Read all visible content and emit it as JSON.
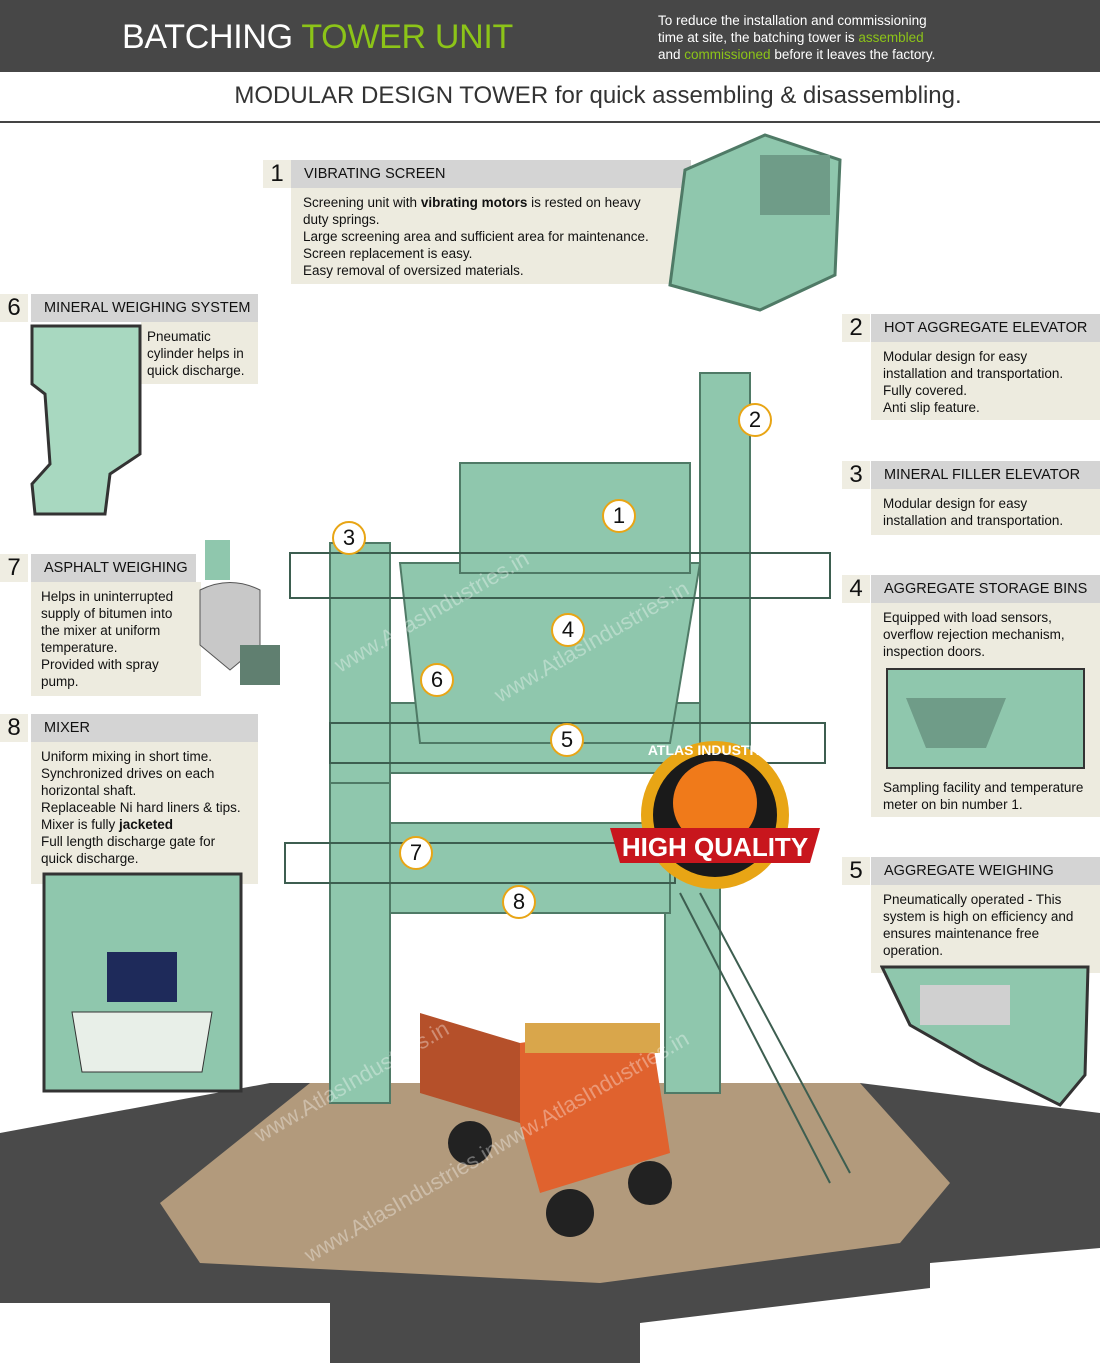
{
  "header": {
    "title_white": "BATCHING",
    "title_green": "TOWER UNIT",
    "intro": {
      "l1": "To reduce the installation and commissioning",
      "l2a": "time at site, the batching tower is ",
      "l2b": "assembled",
      "l3a": "and ",
      "l3b": "commissioned",
      "l3c": " before it leaves the factory."
    }
  },
  "subtitle": "MODULAR DESIGN TOWER for quick assembling & disassembling.",
  "colors": {
    "header_bg": "#474747",
    "accent_green": "#8cc418",
    "panel_header": "#d4d4d4",
    "panel_body": "#edebdf",
    "machine_green": "#8fc7ad",
    "callout_ring": "#e8a515"
  },
  "panels": [
    {
      "num": "1",
      "title": "VIBRATING SCREEN",
      "lines": [
        "Screening unit with ",
        "vibrating motors",
        " is rested on heavy duty springs.",
        "Large screening area and sufficient area for maintenance.",
        "Screen replacement is easy.",
        "Easy removal of oversized materials."
      ]
    },
    {
      "num": "2",
      "title": "HOT AGGREGATE ELEVATOR",
      "lines": [
        "Modular design for easy installation and transportation.",
        "Fully covered.",
        "Anti slip feature."
      ]
    },
    {
      "num": "3",
      "title": "MINERAL FILLER ELEVATOR",
      "lines": [
        "Modular design for easy installation and transportation."
      ]
    },
    {
      "num": "4",
      "title": "AGGREGATE STORAGE BINS",
      "lines": [
        "Equipped with load sensors, overflow rejection mechanism, inspection doors.",
        "Sampling facility and temperature meter on bin number 1."
      ]
    },
    {
      "num": "5",
      "title": "AGGREGATE WEIGHING",
      "lines": [
        "Pneumatically operated - This system is high on efficiency and ensures maintenance free operation."
      ]
    },
    {
      "num": "6",
      "title": "MINERAL WEIGHING SYSTEM",
      "lines": [
        "Pneumatic cylinder helps in quick discharge."
      ]
    },
    {
      "num": "7",
      "title": "ASPHALT WEIGHING",
      "lines": [
        "Helps in uninterrupted supply of bitumen into the mixer at uniform temperature.",
        "Provided with spray pump."
      ]
    },
    {
      "num": "8",
      "title": "MIXER",
      "lines": [
        "Uniform mixing in short time.",
        "Synchronized drives on each horizontal shaft.",
        "Replaceable Ni hard liners & tips.",
        "Mixer is fully ",
        "jacketed",
        "Full length discharge gate for quick discharge."
      ]
    }
  ],
  "callouts": [
    "1",
    "2",
    "3",
    "4",
    "5",
    "6",
    "7",
    "8"
  ],
  "badge": {
    "top": "ATLAS INDUSTRIES",
    "main": "HIGH QUALITY"
  },
  "watermark": "www.AtlasIndustries.in"
}
